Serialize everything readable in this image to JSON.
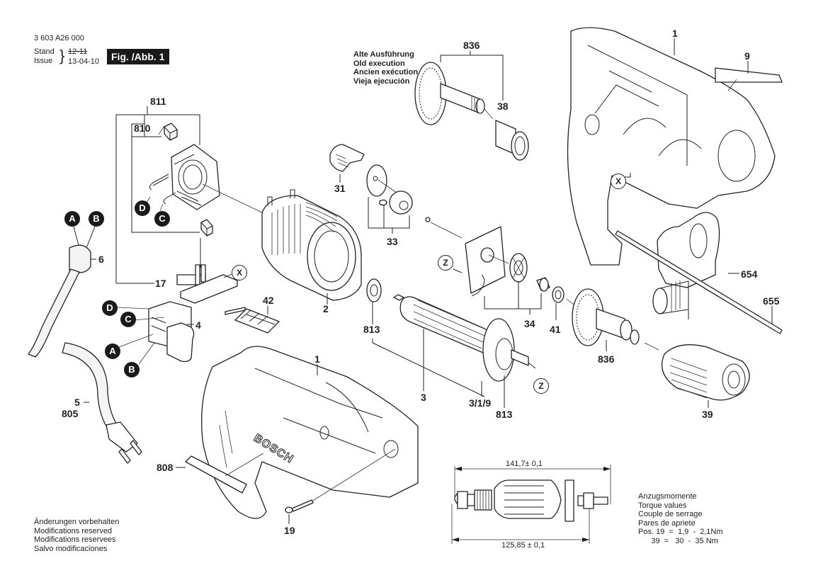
{
  "header": {
    "part_number": "3 603 A26 000",
    "stand_label": "Stand",
    "issue_label": "Issue",
    "old_date": "12-11",
    "issue_date": "13-04-10",
    "figure_label": "Fig. /Abb. 1"
  },
  "old_execution_note": [
    "Alte Ausführung",
    "Old execution",
    "Ancien exécution",
    "Vieja ejecución"
  ],
  "modifications_note": [
    "Änderungen vorbehalten",
    "Modifications reserved",
    "Modifications reservees",
    "Salvo modificaciones"
  ],
  "torque_note": {
    "lines": [
      "Anzugsmomente",
      "Torque values",
      "Couple de serrage",
      "Pares de apriete"
    ],
    "pos19": "Pos. 19  =  1,9  -  2,1Nm",
    "pos39": "      39  =   30  -  35 Nm"
  },
  "dimensions": {
    "overall": "141,7± 0,1",
    "core": "125,85 ± 0,1"
  },
  "part_labels": {
    "p811": "811",
    "p810": "810",
    "p17": "17",
    "p6": "6",
    "p4": "4",
    "p5": "5",
    "p805": "805",
    "p42": "42",
    "p2": "2",
    "p31": "31",
    "p33": "33",
    "p836_top": "836",
    "p38": "38",
    "p1_top": "1",
    "p9": "9",
    "p654": "654",
    "p655": "655",
    "p34": "34",
    "p41": "41",
    "p836_mid": "836",
    "p813_left": "813",
    "p3": "3",
    "p319": "3/1/9",
    "p813_right": "813",
    "p39": "39",
    "p1_bottom": "1",
    "p808": "808",
    "p19": "19"
  },
  "connector_badges": {
    "a_cord": "A",
    "b_cord": "B",
    "d_brush": "D",
    "c_brush": "C",
    "d_switch": "D",
    "c_switch": "C",
    "a_switch": "A",
    "b_switch": "B"
  },
  "reference_markers": {
    "x_switch": "X",
    "x_housing": "X",
    "z_plate": "Z",
    "z_armature": "Z"
  },
  "brand_mark": "BOSCH"
}
